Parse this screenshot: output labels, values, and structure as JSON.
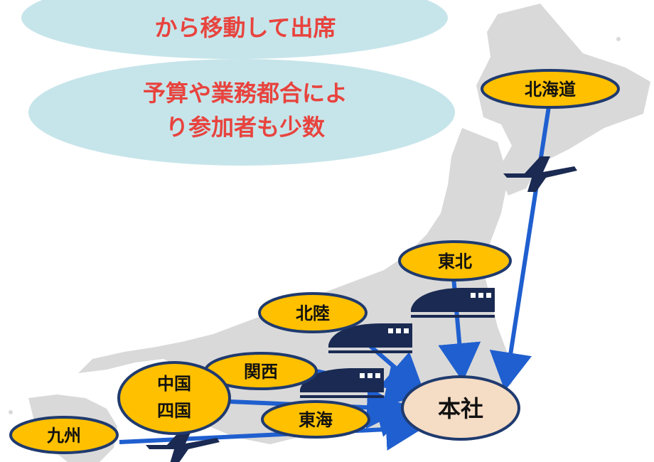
{
  "bubbles": {
    "top": "から移動して出席",
    "budget_line1": "予算や業務都合によ",
    "budget_line2": "り参加者も少数"
  },
  "regions": {
    "hokkaido": "北海道",
    "tohoku": "東北",
    "hokuriku": "北陸",
    "kansai": "関西",
    "chugoku_line1": "中国",
    "chugoku_line2": "四国",
    "tokai": "東海",
    "kyushu": "九州"
  },
  "hq": "本社",
  "colors": {
    "bubble_fill": "#c6e5ea",
    "bubble_text": "#e8433e",
    "region_fill": "#ffc000",
    "region_border": "#1f3a6e",
    "hq_fill": "#f5dcc4",
    "arrow": "#1f5fcf",
    "vehicle": "#1a2a52",
    "land": "#d9d9d9"
  },
  "icons": [
    "plane-icon",
    "train-icon"
  ]
}
